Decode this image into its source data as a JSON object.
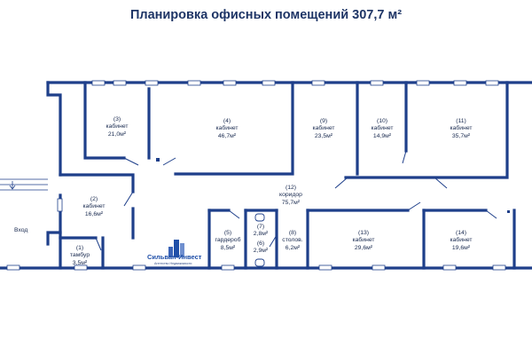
{
  "title": "Планировка офисных помещений 307,7 м²",
  "entrance": "Вход",
  "rooms": [
    {
      "num": "(1)",
      "name": "тамбур",
      "area": "3,5м²"
    },
    {
      "num": "(2)",
      "name": "кабинет",
      "area": "16,6м²"
    },
    {
      "num": "(3)",
      "name": "кабинет",
      "area": "21,0м²"
    },
    {
      "num": "(4)",
      "name": "кабинет",
      "area": "46,7м²"
    },
    {
      "num": "(5)",
      "name": "гардероб",
      "area": "8,5м²"
    },
    {
      "num": "(6)",
      "name": "",
      "area": "2,9м²"
    },
    {
      "num": "(7)",
      "name": "",
      "area": "2,8м²"
    },
    {
      "num": "(8)",
      "name": "столов.",
      "area": "6,2м²"
    },
    {
      "num": "(9)",
      "name": "кабинет",
      "area": "23,5м²"
    },
    {
      "num": "(10)",
      "name": "кабинет",
      "area": "14,9м²"
    },
    {
      "num": "(11)",
      "name": "кабинет",
      "area": "35,7м²"
    },
    {
      "num": "(12)",
      "name": "коридор",
      "area": "75,7м²"
    },
    {
      "num": "(13)",
      "name": "кабинет",
      "area": "29,6м²"
    },
    {
      "num": "(14)",
      "name": "кабинет",
      "area": "19,6м²"
    }
  ],
  "logo": {
    "name": "Сильван-Инвест",
    "subtitle": "Агентство Недвижимости"
  },
  "colors": {
    "wall": "#1e3f8a",
    "text": "#17284e",
    "accent": "#1f4fa8"
  }
}
